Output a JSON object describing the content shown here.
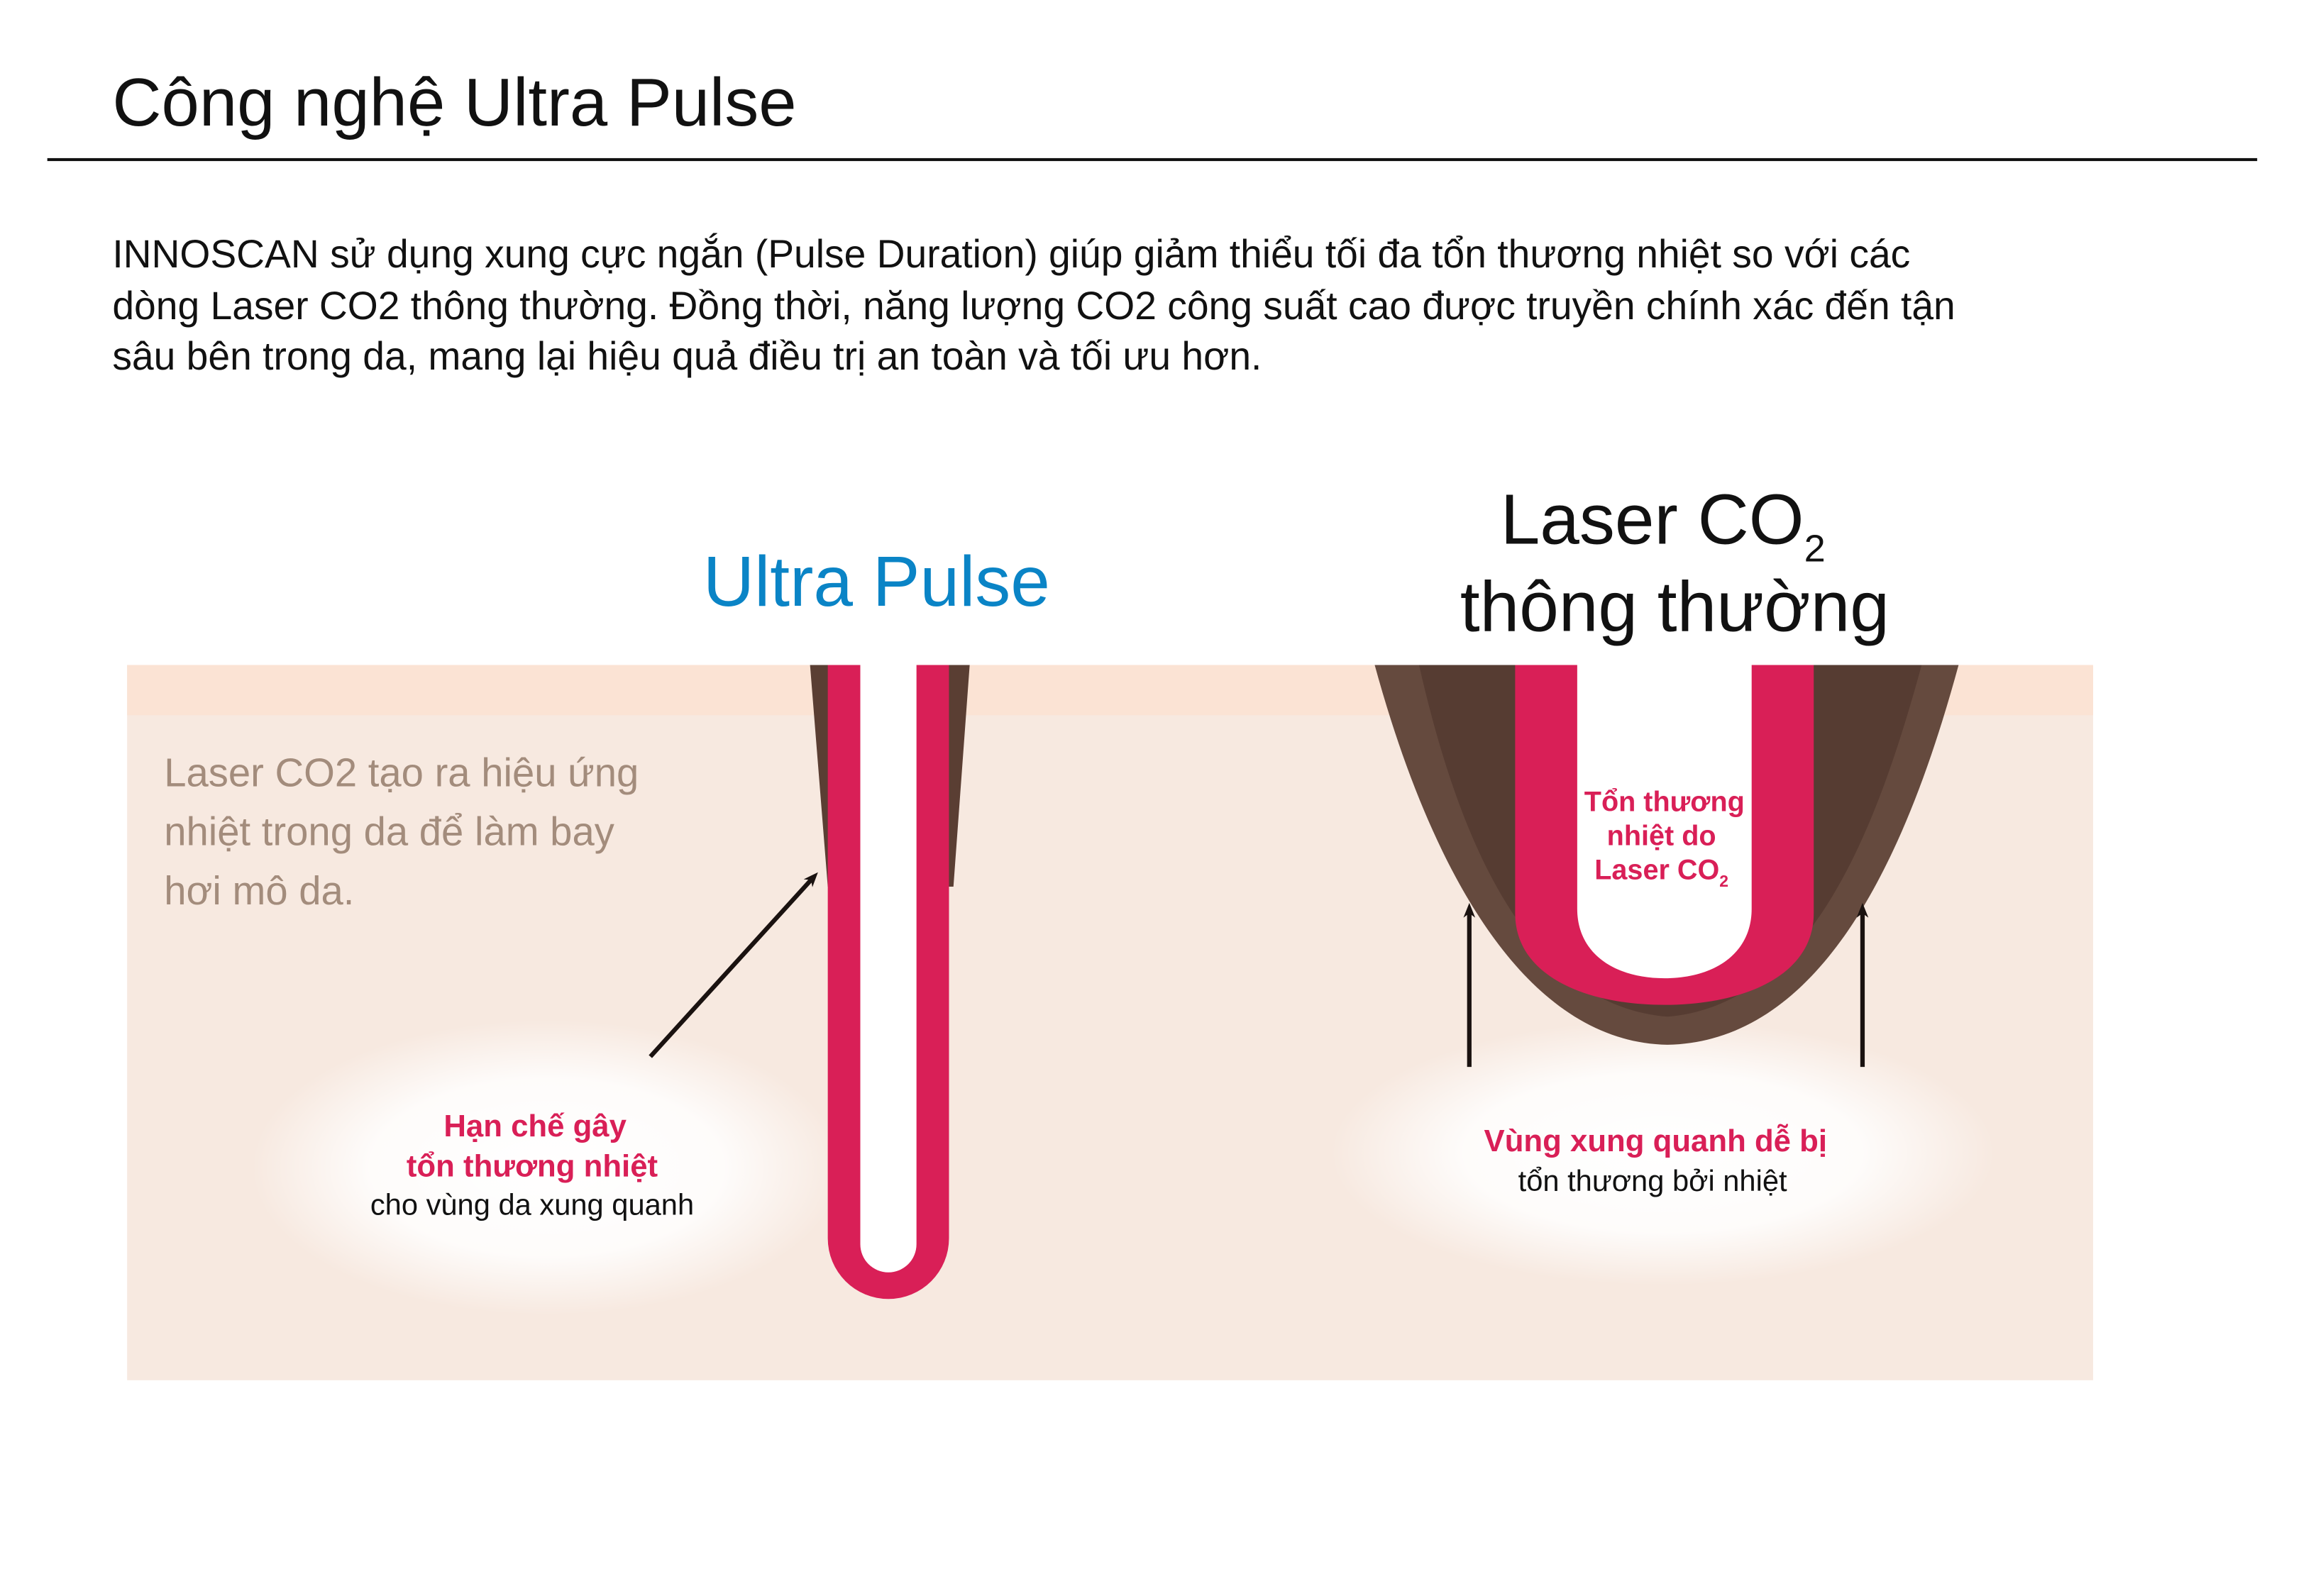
{
  "header": {
    "title": "Công nghệ Ultra Pulse"
  },
  "intro": {
    "lines": [
      "INNOSCAN sử dụng xung cực ngắn (Pulse Duration) giúp giảm thiểu tối đa tổn thương nhiệt so với các",
      "dòng Laser CO2 thông thường. Đồng thời, năng lượng CO2 công suất cao được truyền chính xác đến tận",
      "sâu bên trong da, mang lại hiệu quả điều trị an toàn và tối ưu hơn."
    ]
  },
  "diagram": {
    "left_heading": "Ultra Pulse",
    "right_heading": {
      "line1": "Laser CO",
      "line1_sub": "2",
      "line2": "thông thường"
    },
    "side_note": [
      "Laser CO2 tạo ra hiệu ứng",
      "nhiệt trong da để làm bay",
      "hơi mô da."
    ],
    "left_label": {
      "line1": "Hạn chế gây",
      "line2": "tổn thương nhiệt",
      "line3": "cho vùng da xung quanh"
    },
    "channel_label": {
      "line1": "Tổn thương",
      "line2": "nhiệt do",
      "line3": "Laser CO",
      "line3_sub": "2"
    },
    "right_label": {
      "line1": "Vùng xung quanh dễ bị",
      "line2": "tổn thương bởi nhiệt"
    },
    "colors": {
      "accent_blue": "#0a84c6",
      "pink": "#d91f57",
      "brown": "#5a3e33",
      "skin": "#f7e9e0",
      "skin_top": "#fbe3d4",
      "note_text": "#a38c7c"
    }
  }
}
